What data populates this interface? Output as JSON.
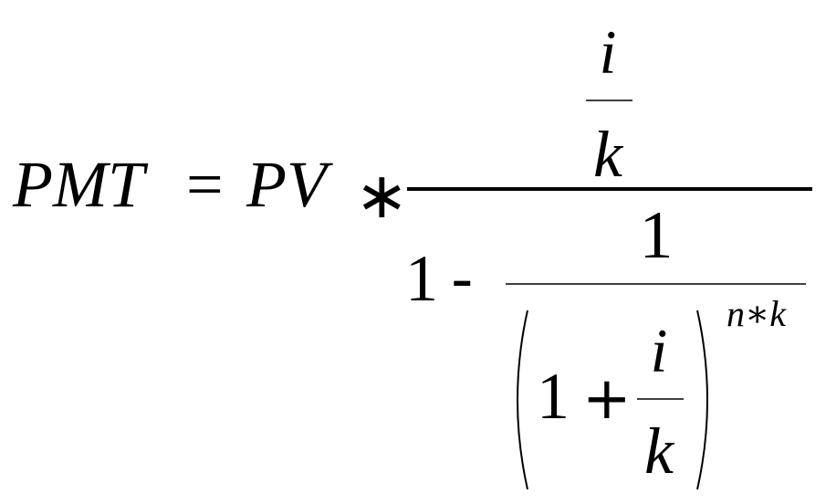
{
  "formula": {
    "lhs": "PMT",
    "equals": "=",
    "pv": "PV",
    "times_top": "∗",
    "num_i": "i",
    "num_k": "k",
    "den_one": "1",
    "den_minus": "-",
    "inner_num_one": "1",
    "paren_one": "1",
    "paren_plus": "+",
    "paren_i": "i",
    "paren_k": "k",
    "exponent": "n∗k"
  }
}
